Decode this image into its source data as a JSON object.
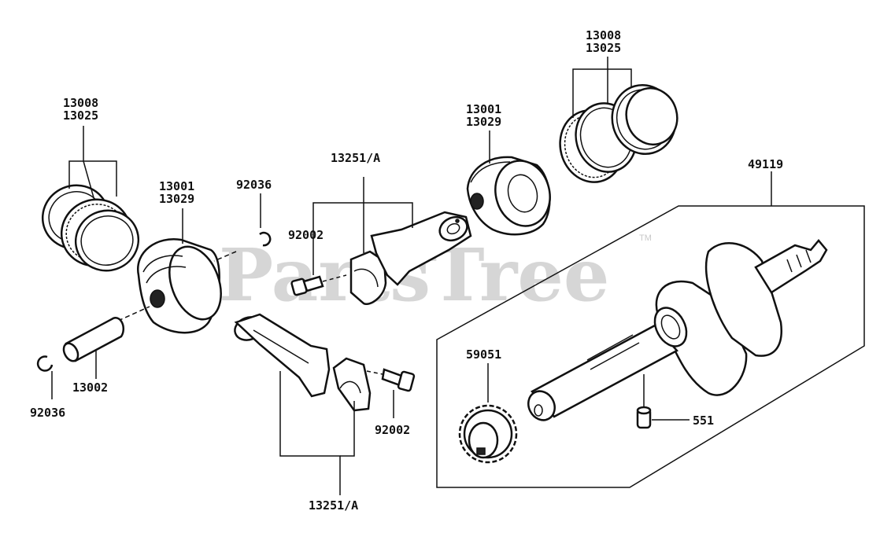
{
  "watermark": {
    "text": "PartsTree",
    "trademark": "TM"
  },
  "labels": {
    "rings_left_1": "13008",
    "rings_left_2": "13025",
    "piston_left_1": "13001",
    "piston_left_2": "13029",
    "clip_top_left": "92036",
    "clip_bottom_left": "92036",
    "pin": "13002",
    "rod_top": "13251/A",
    "bolt_top": "92002",
    "piston_right_1": "13001",
    "piston_right_2": "13029",
    "rings_right_1": "13008",
    "rings_right_2": "13025",
    "crankshaft": "49119",
    "gear": "59051",
    "dowel": "551",
    "bolt_bottom": "92002",
    "rod_bottom": "13251/A"
  }
}
